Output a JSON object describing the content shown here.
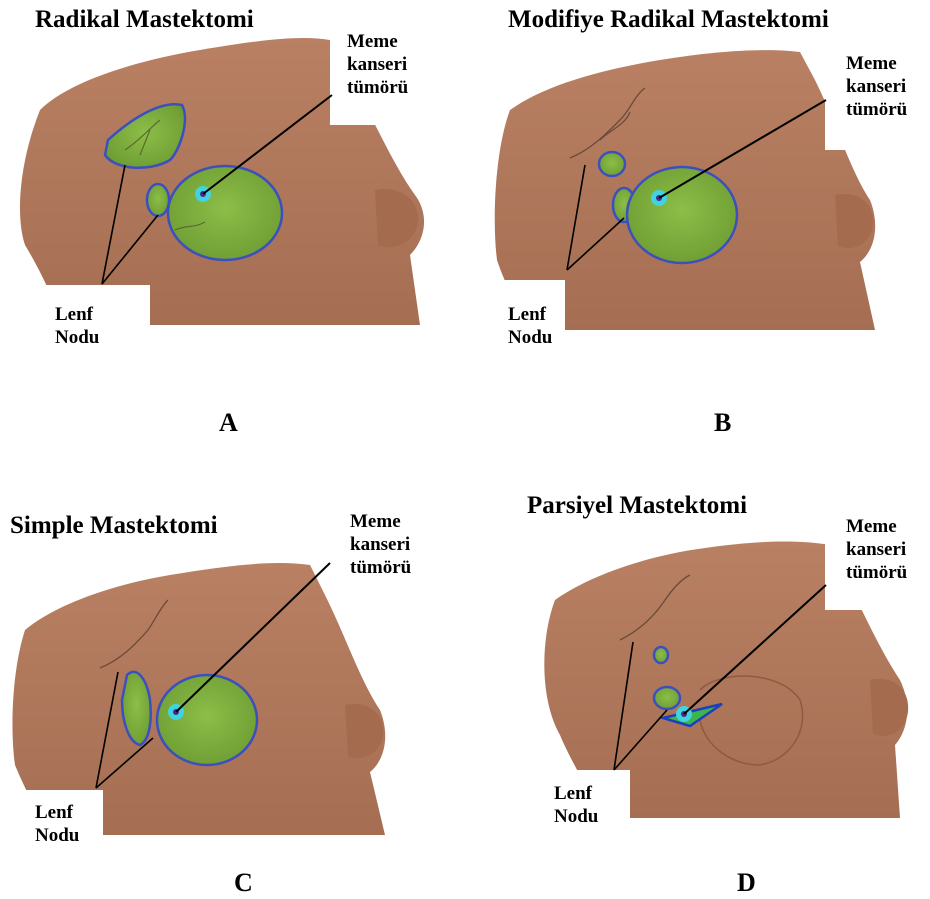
{
  "panels": [
    {
      "id": "A",
      "title": "Radikal Mastektomi",
      "tumor_label": [
        "Meme",
        "kanseri",
        "tümörü"
      ],
      "node_label": [
        "Lenf",
        "Nodu"
      ],
      "letter": "A"
    },
    {
      "id": "B",
      "title": "Modifiye Radikal Mastektomi",
      "tumor_label": [
        "Meme",
        "kanseri",
        "tümörü"
      ],
      "node_label": [
        "Lenf",
        "Nodu"
      ],
      "letter": "B"
    },
    {
      "id": "C",
      "title": "Simple Mastektomi",
      "tumor_label": [
        "Meme",
        "kanseri",
        "tümörü"
      ],
      "node_label": [
        "Lenf",
        "Nodu"
      ],
      "letter": "C"
    },
    {
      "id": "D",
      "title": "Parsiyel Mastektomi",
      "tumor_label": [
        "Meme",
        "kanseri",
        "tümörü"
      ],
      "node_label": [
        "Lenf",
        "Nodu"
      ],
      "letter": "D"
    }
  ],
  "colors": {
    "skin": "#b37a5c",
    "skin_shadow": "#8e5a40",
    "excision": "#7fae3a",
    "outline": "#3c4fbf",
    "tumor": "#3fd4e0",
    "tumor_core": "#4a2a8a"
  }
}
